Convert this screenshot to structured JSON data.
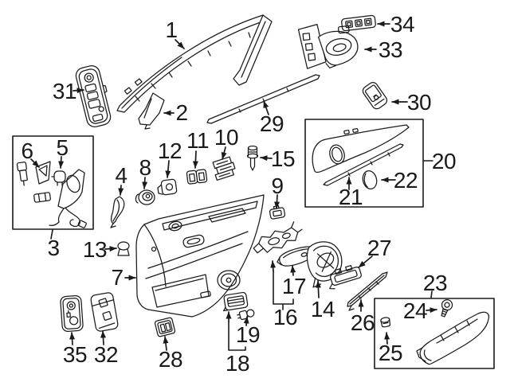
{
  "callouts": {
    "n1": "1",
    "n2": "2",
    "n3": "3",
    "n4": "4",
    "n5": "5",
    "n6": "6",
    "n7": "7",
    "n8": "8",
    "n9": "9",
    "n10": "10",
    "n11": "11",
    "n12": "12",
    "n13": "13",
    "n14": "14",
    "n15": "15",
    "n16": "16",
    "n17": "17",
    "n18": "18",
    "n19": "19",
    "n20": "20",
    "n21": "21",
    "n22": "22",
    "n23": "23",
    "n24": "24",
    "n25": "25",
    "n26": "26",
    "n27": "27",
    "n28": "28",
    "n29": "29",
    "n30": "30",
    "n31": "31",
    "n32": "32",
    "n33": "33",
    "n34": "34",
    "n35": "35"
  },
  "colors": {
    "line": "#1a1a1a",
    "background": "#ffffff"
  }
}
